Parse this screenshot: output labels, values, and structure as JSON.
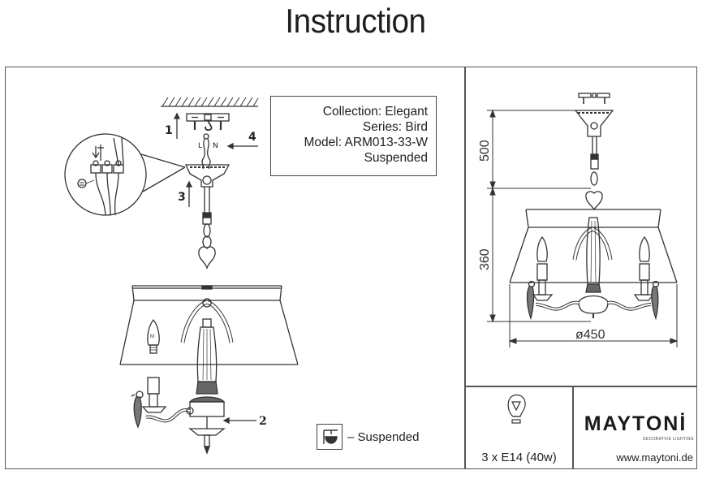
{
  "page": {
    "title": "Instruction"
  },
  "product_info": {
    "collection": "Collection: Elegant",
    "series": "Series: Bird",
    "model": "Model: ARM013-33-W",
    "type": "Suspended"
  },
  "assembly_diagram": {
    "steps": [
      "1",
      "2",
      "3",
      "4"
    ],
    "wire_labels": {
      "live": "L",
      "neutral": "N"
    },
    "bulb_mark": "M"
  },
  "dimensions": {
    "height_chain": "500",
    "height_body": "360",
    "diameter": "ø450",
    "unit": "mm"
  },
  "legend": {
    "suspended_icon": "suspended-icon",
    "suspended_label": "– Suspended"
  },
  "lamp": {
    "icon": "light-bulb-icon",
    "spec": "3 x E14 (40w)"
  },
  "brand": {
    "name": "MAYTONİ",
    "tagline": "DECORATIVE LIGHTING",
    "website": "www.maytoni.de"
  },
  "colors": {
    "line": "#333333",
    "frame": "#555555",
    "text": "#222222"
  }
}
